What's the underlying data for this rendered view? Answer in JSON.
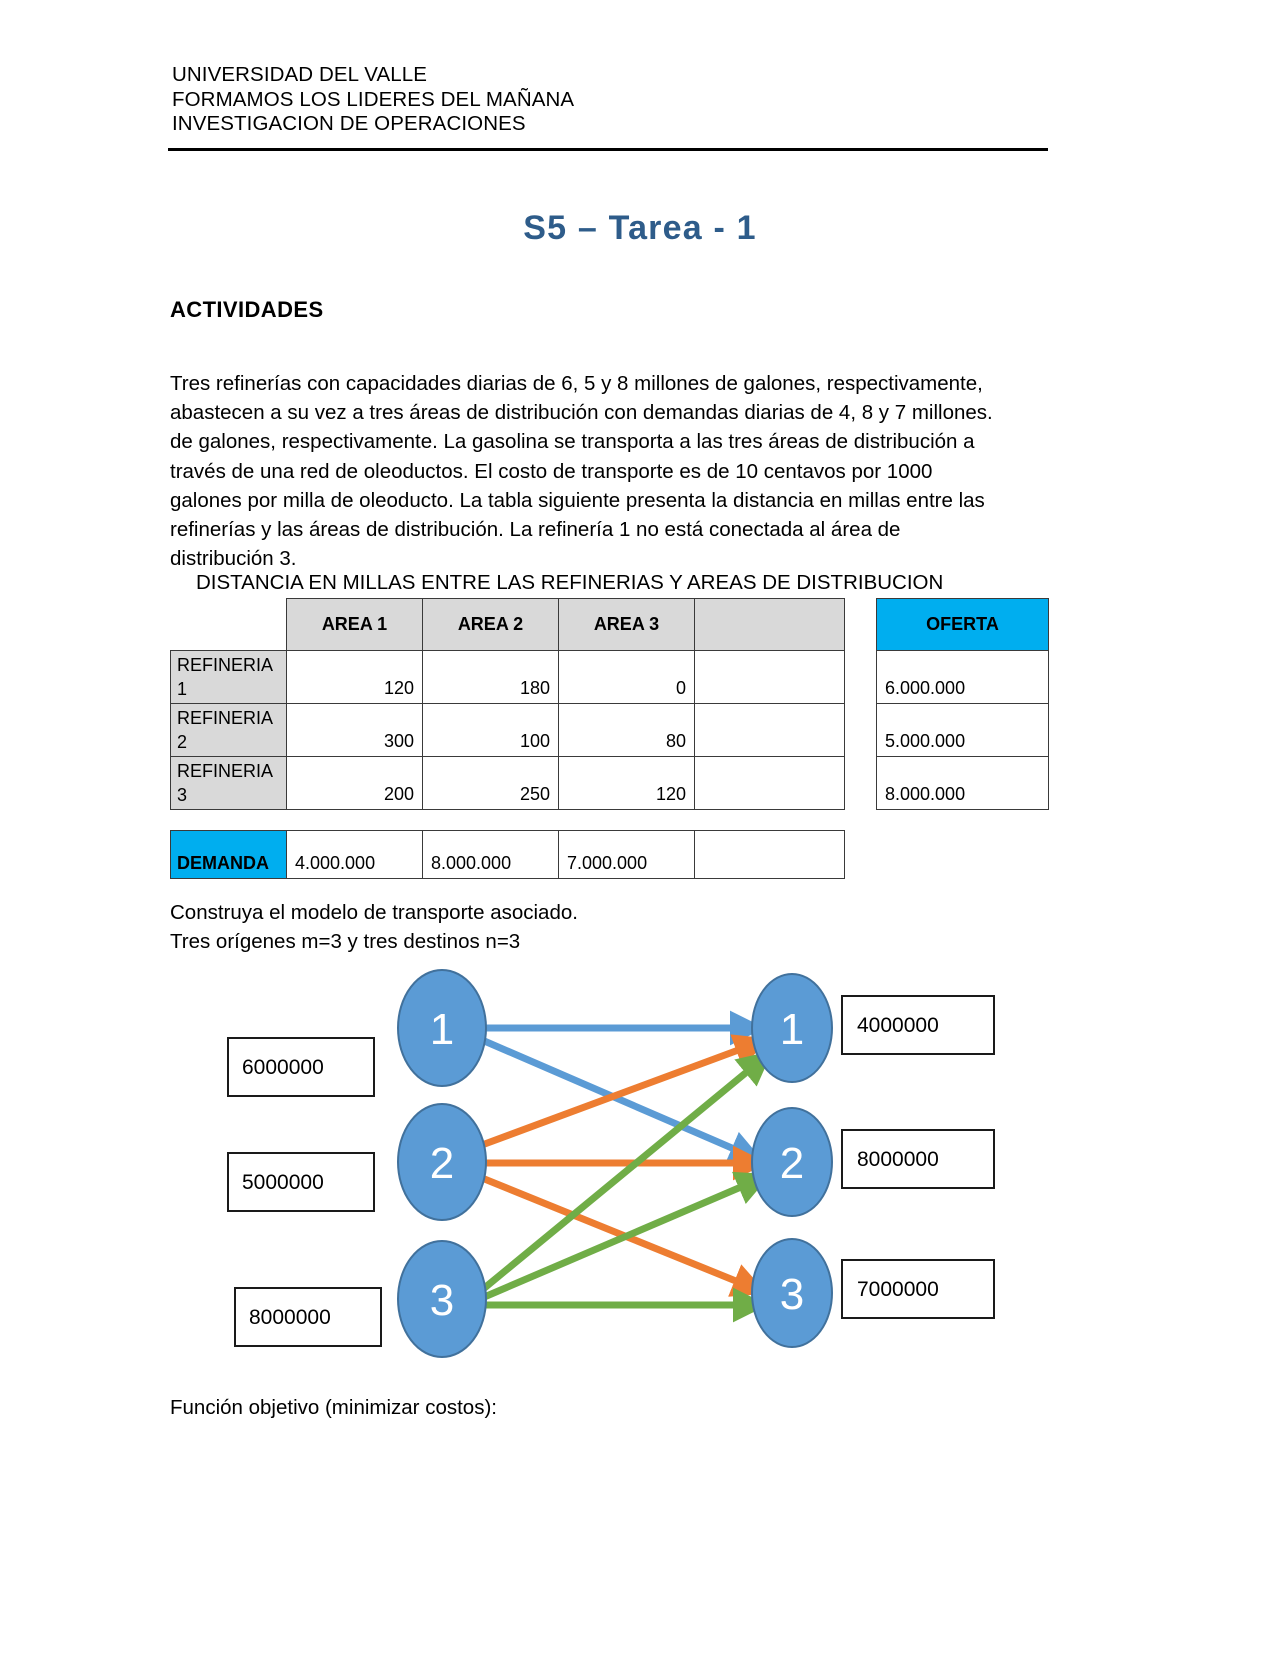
{
  "header": {
    "lines": [
      "UNIVERSIDAD DEL VALLE",
      "FORMAMOS LOS LIDERES DEL MAÑANA",
      "INVESTIGACION DE OPERACIONES"
    ]
  },
  "title": "S5 – Tarea - 1",
  "section_heading": "ACTIVIDADES",
  "paragraph": {
    "lines": [
      "Tres refinerías con capacidades diarias de 6, 5 y 8 millones de galones, respectivamente,",
      "abastecen a su vez a tres áreas de distribución con demandas diarias de 4, 8 y 7 millones.",
      "de galones, respectivamente. La gasolina se transporta a las tres áreas de distribución a",
      "través de una red de oleoductos. El costo de transporte es de 10 centavos por 1000",
      "galones por milla de oleoducto. La tabla siguiente presenta la distancia en millas entre las",
      "refinerías y las áreas de distribución. La refinería 1 no está conectada al área de",
      "distribución 3."
    ]
  },
  "table": {
    "caption": "DISTANCIA EN MILLAS ENTRE LAS REFINERIAS Y AREAS DE DISTRIBUCION",
    "columns": [
      "AREA 1",
      "AREA 2",
      "AREA 3"
    ],
    "blank_column_header": "",
    "supply_header": "OFERTA",
    "rows": [
      {
        "label": "REFINERIA 1",
        "values": [
          "120",
          "180",
          "0"
        ],
        "supply": "6.000.000"
      },
      {
        "label": "REFINERIA 2",
        "values": [
          "300",
          "100",
          "80"
        ],
        "supply": "5.000.000"
      },
      {
        "label": "REFINERIA 3",
        "values": [
          "200",
          "250",
          "120"
        ],
        "supply": "8.000.000"
      }
    ],
    "demand": {
      "label": "DEMANDA",
      "values": [
        "4.000.000",
        "8.000.000",
        "7.000.000"
      ]
    },
    "colors": {
      "header_gray": "#d9d9d9",
      "accent_cyan": "#00AEEF"
    }
  },
  "instructions": {
    "lines": [
      "Construya el modelo de transporte asociado.",
      "Tres orígenes m=3 y tres destinos n=3"
    ]
  },
  "diagram": {
    "sources": [
      {
        "id": "1",
        "label": "6000000"
      },
      {
        "id": "2",
        "label": "5000000"
      },
      {
        "id": "3",
        "label": "8000000"
      }
    ],
    "destinations": [
      {
        "id": "1",
        "label": "4000000"
      },
      {
        "id": "2",
        "label": "8000000"
      },
      {
        "id": "3",
        "label": "7000000"
      }
    ],
    "edges": [
      {
        "from": "1",
        "to": "1",
        "color": "#5B9BD5"
      },
      {
        "from": "1",
        "to": "2",
        "color": "#5B9BD5"
      },
      {
        "from": "2",
        "to": "1",
        "color": "#ED7D31"
      },
      {
        "from": "2",
        "to": "2",
        "color": "#ED7D31"
      },
      {
        "from": "2",
        "to": "3",
        "color": "#ED7D31"
      },
      {
        "from": "3",
        "to": "1",
        "color": "#70AD47"
      },
      {
        "from": "3",
        "to": "2",
        "color": "#70AD47"
      },
      {
        "from": "3",
        "to": "3",
        "color": "#70AD47"
      }
    ],
    "node_fill": "#5B9BD5",
    "node_stroke": "#41719C"
  },
  "closing_text": "Función objetivo (minimizar costos):"
}
